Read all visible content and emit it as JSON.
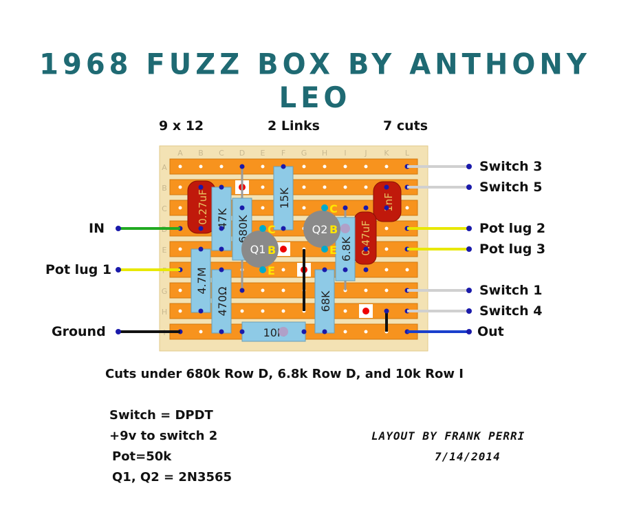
{
  "title": "1968 FUZZ BOX BY ANTHONY LEO",
  "header": {
    "size": "9 x 12",
    "links": "2 Links",
    "cuts": "7 cuts"
  },
  "columns": [
    "A",
    "B",
    "C",
    "D",
    "E",
    "F",
    "G",
    "H",
    "I",
    "J",
    "K",
    "L"
  ],
  "rows": [
    "A",
    "B",
    "C",
    "D",
    "E",
    "F",
    "G",
    "H",
    "I"
  ],
  "left_labels": {
    "in": "IN",
    "pot1": "Pot lug 1",
    "ground": "Ground"
  },
  "right_labels": {
    "sw3": "Switch 3",
    "sw5": "Switch 5",
    "pot2": "Pot lug 2",
    "pot3": "Pot lug 3",
    "sw1": "Switch 1",
    "sw4": "Switch 4",
    "out": "Out"
  },
  "components": {
    "c1": "0.27uF",
    "r1": "47K",
    "r2": "680K",
    "r3": "15K",
    "r4": "6.8K",
    "c2": "0.47uF",
    "c3": "1nF",
    "r5": "4.7M",
    "r6": "470Ω",
    "r7": "68K",
    "r8": "10K",
    "q1": "Q1",
    "q2": "Q2",
    "pin_c": "C",
    "pin_b": "B",
    "pin_e": "E"
  },
  "notes": {
    "cuts": "Cuts under 680k Row D,  6.8k Row D, and 10k Row I",
    "switch": "Switch = DPDT",
    "power": "+9v to switch 2",
    "pot": "Pot=50k",
    "transistors": "Q1, Q2 = 2N3565"
  },
  "credit": {
    "layout": "LAYOUT BY FRANK PERRI",
    "date": "7/14/2014"
  },
  "colors": {
    "title": "#1f6a73",
    "board": "#f3e2b4",
    "strip": "#f7931e",
    "resistor": "#8ecae6",
    "capacitor": "#c0190b",
    "transistor": "#8a8a8a",
    "green_wire": "#22aa22",
    "yellow_wire": "#e8e800",
    "blue_wire": "#1a3fcc"
  }
}
